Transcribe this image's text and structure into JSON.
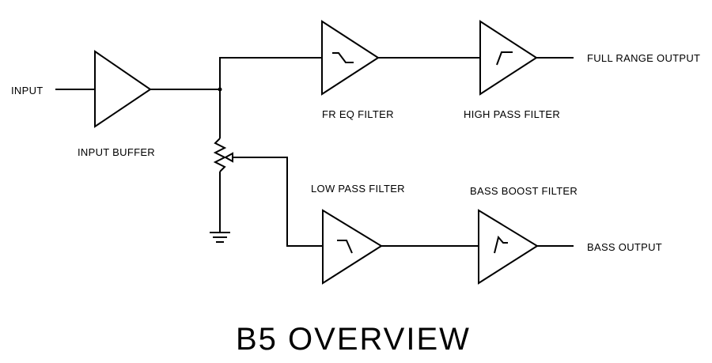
{
  "diagram": {
    "title": "B5 OVERVIEW",
    "input_label": "INPUT",
    "blocks": {
      "input_buffer": "INPUT BUFFER",
      "fr_eq_filter": "FR EQ FILTER",
      "high_pass_filter": "HIGH PASS FILTER",
      "low_pass_filter": "LOW PASS FILTER",
      "bass_boost_filter": "BASS BOOST FILTER"
    },
    "outputs": {
      "full_range": "FULL RANGE OUTPUT",
      "bass": "BASS OUTPUT"
    }
  }
}
